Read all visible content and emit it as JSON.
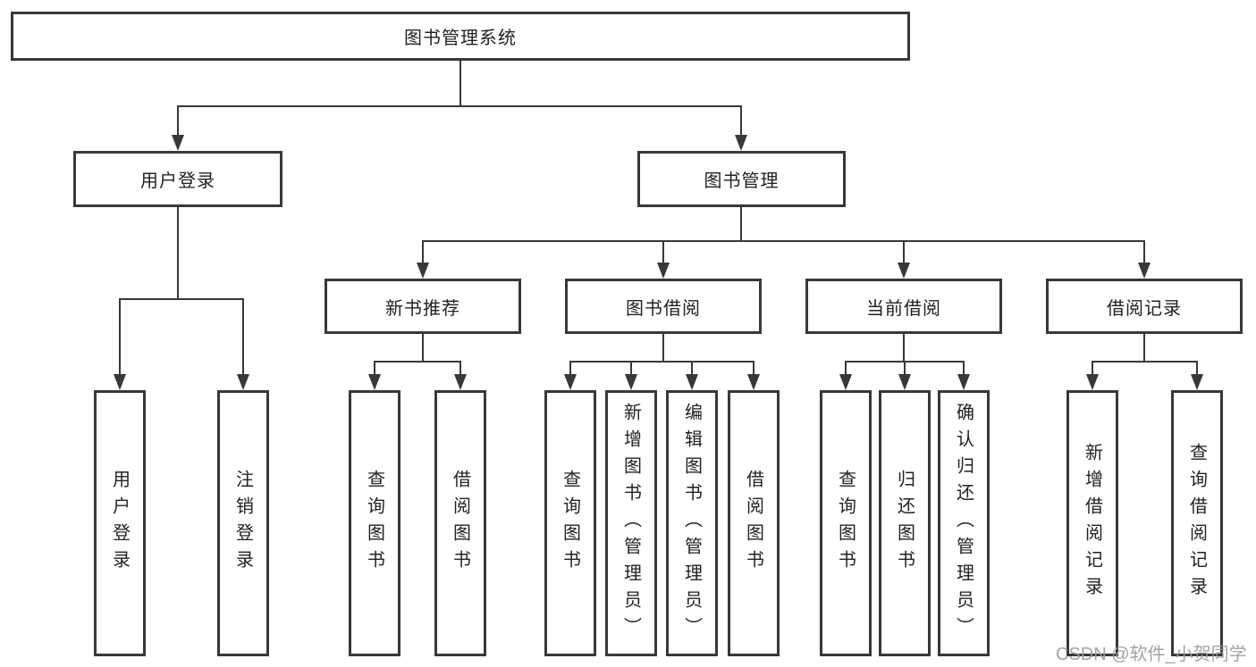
{
  "tree": {
    "root": {
      "label": "图书管理系统"
    },
    "branches": [
      {
        "label": "用户登录",
        "leaves": [
          {
            "label": "用户登录"
          },
          {
            "label": "注销登录"
          }
        ]
      },
      {
        "label": "图书管理",
        "groups": [
          {
            "label": "新书推荐",
            "leaves": [
              {
                "label": "查询图书"
              },
              {
                "label": "借阅图书"
              }
            ]
          },
          {
            "label": "图书借阅",
            "leaves": [
              {
                "label": "查询图书"
              },
              {
                "label": "新增图书（管理员）"
              },
              {
                "label": "编辑图书（管理员）"
              },
              {
                "label": "借阅图书"
              }
            ]
          },
          {
            "label": "当前借阅",
            "leaves": [
              {
                "label": "查询图书"
              },
              {
                "label": "归还图书"
              },
              {
                "label": "确认归还（管理员）"
              }
            ]
          },
          {
            "label": "借阅记录",
            "leaves": [
              {
                "label": "新增借阅记录"
              },
              {
                "label": "查询借阅记录"
              }
            ]
          }
        ]
      }
    ]
  },
  "watermark": {
    "text": "CSDN @软件_小贺同学"
  },
  "colors": {
    "line": "#383838",
    "text": "#222222",
    "background": "#ffffff",
    "watermark": "#9a9a9a"
  }
}
